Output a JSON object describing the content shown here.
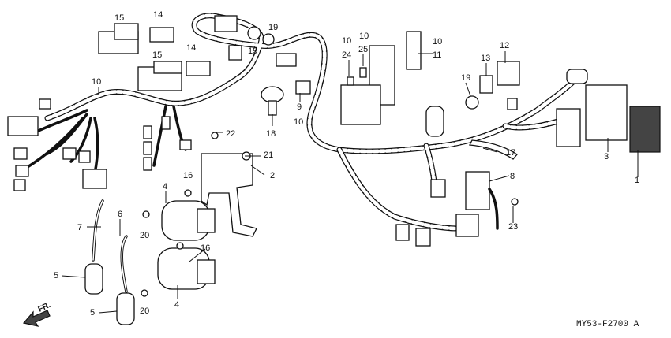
{
  "diagram": {
    "drawing_code": "MY53-F2700 A",
    "direction_label": "FR.",
    "callouts": [
      {
        "id": "c1",
        "text": "1"
      },
      {
        "id": "c2",
        "text": "2"
      },
      {
        "id": "c3",
        "text": "3"
      },
      {
        "id": "c4a",
        "text": "4"
      },
      {
        "id": "c4b",
        "text": "4"
      },
      {
        "id": "c5a",
        "text": "5"
      },
      {
        "id": "c5b",
        "text": "5"
      },
      {
        "id": "c6",
        "text": "6"
      },
      {
        "id": "c7",
        "text": "7"
      },
      {
        "id": "c8",
        "text": "8"
      },
      {
        "id": "c9",
        "text": "9"
      },
      {
        "id": "c10a",
        "text": "10"
      },
      {
        "id": "c10b",
        "text": "10"
      },
      {
        "id": "c10c",
        "text": "10"
      },
      {
        "id": "c10d",
        "text": "10"
      },
      {
        "id": "c10e",
        "text": "10"
      },
      {
        "id": "c11",
        "text": "11"
      },
      {
        "id": "c12",
        "text": "12"
      },
      {
        "id": "c13",
        "text": "13"
      },
      {
        "id": "c14a",
        "text": "14"
      },
      {
        "id": "c14b",
        "text": "14"
      },
      {
        "id": "c15a",
        "text": "15"
      },
      {
        "id": "c15b",
        "text": "15"
      },
      {
        "id": "c16a",
        "text": "16"
      },
      {
        "id": "c16b",
        "text": "16"
      },
      {
        "id": "c17",
        "text": "17"
      },
      {
        "id": "c18",
        "text": "18"
      },
      {
        "id": "c19a",
        "text": "19"
      },
      {
        "id": "c19b",
        "text": "19"
      },
      {
        "id": "c19c",
        "text": "19"
      },
      {
        "id": "c20a",
        "text": "20"
      },
      {
        "id": "c20b",
        "text": "20"
      },
      {
        "id": "c21",
        "text": "21"
      },
      {
        "id": "c22",
        "text": "22"
      },
      {
        "id": "c23",
        "text": "23"
      },
      {
        "id": "c24",
        "text": "24"
      },
      {
        "id": "c25",
        "text": "25"
      }
    ]
  }
}
